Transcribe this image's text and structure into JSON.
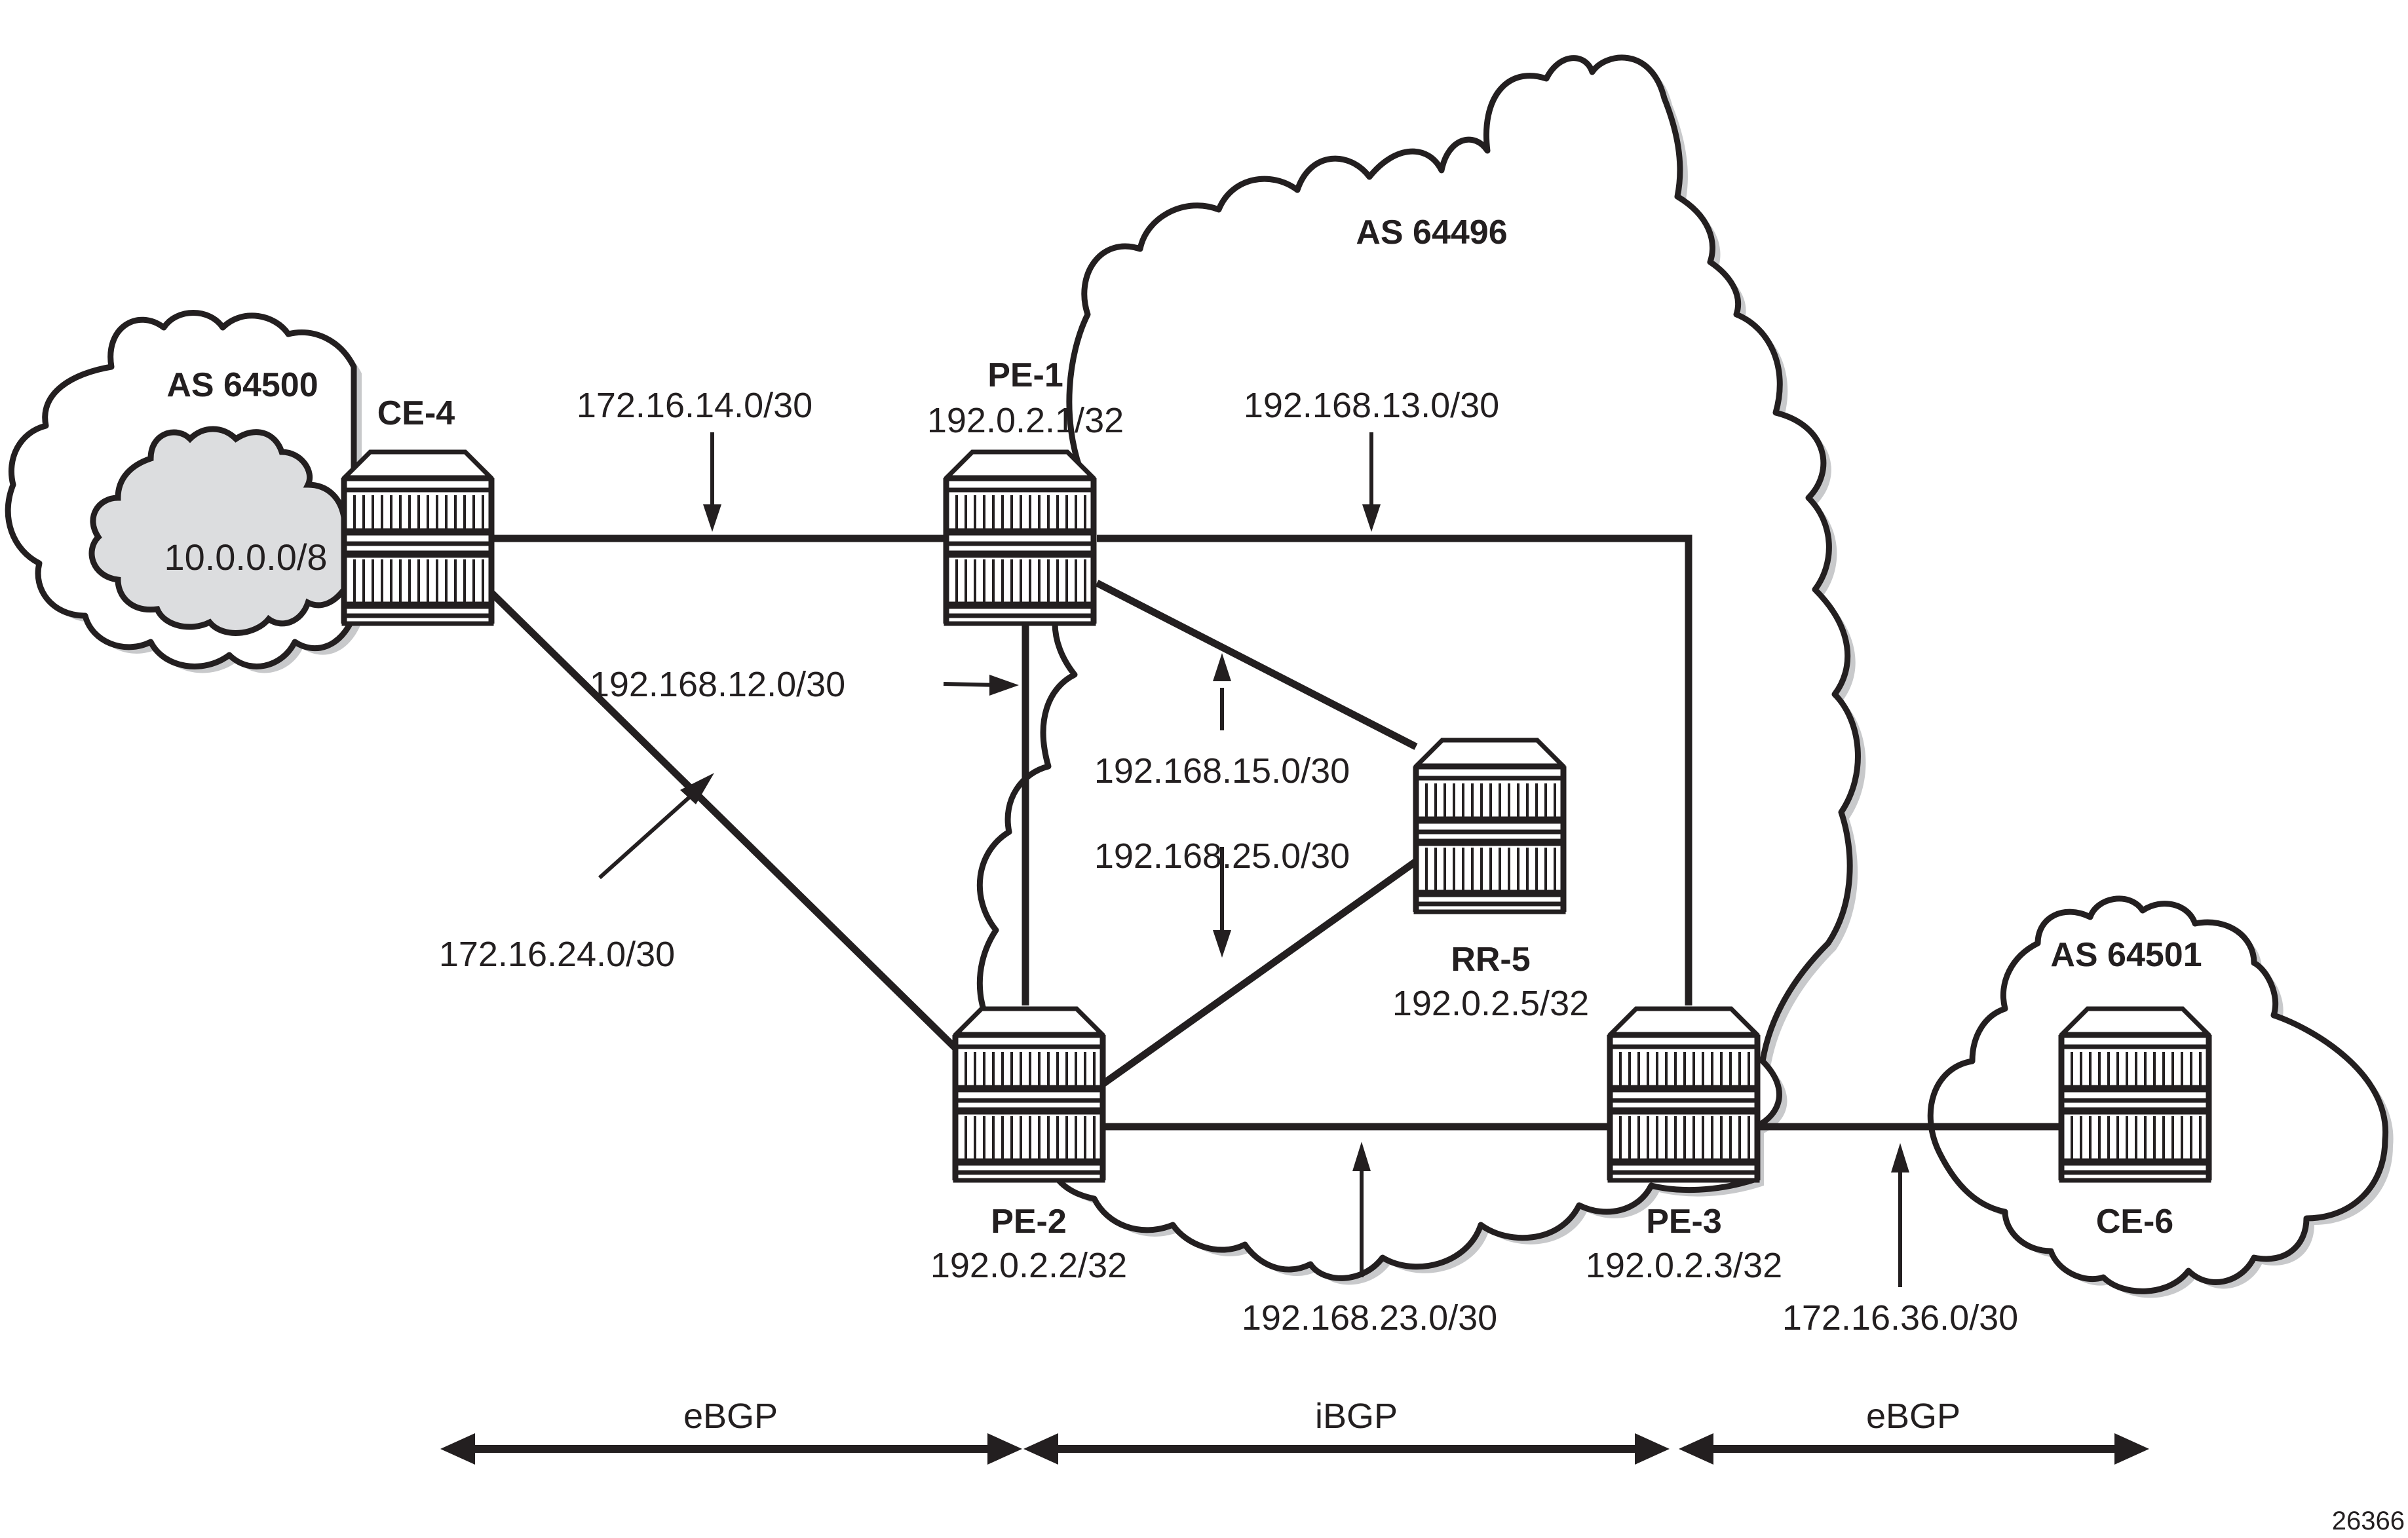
{
  "autonomous_systems": [
    {
      "id": "as64500",
      "label": "AS 64500"
    },
    {
      "id": "as64496",
      "label": "AS 64496"
    },
    {
      "id": "as64501",
      "label": "AS 64501"
    }
  ],
  "prefix_cloud": {
    "label": "10.0.0.0/8"
  },
  "routers": [
    {
      "id": "ce4",
      "name": "CE-4",
      "address": ""
    },
    {
      "id": "pe1",
      "name": "PE-1",
      "address": "192.0.2.1/32"
    },
    {
      "id": "pe2",
      "name": "PE-2",
      "address": "192.0.2.2/32"
    },
    {
      "id": "pe3",
      "name": "PE-3",
      "address": "192.0.2.3/32"
    },
    {
      "id": "rr5",
      "name": "RR-5",
      "address": "192.0.2.5/32"
    },
    {
      "id": "ce6",
      "name": "CE-6",
      "address": ""
    }
  ],
  "links": [
    {
      "from": "CE-4",
      "to": "PE-1",
      "subnet": "172.16.14.0/30"
    },
    {
      "from": "CE-4",
      "to": "PE-2",
      "subnet": "172.16.24.0/30"
    },
    {
      "from": "PE-1",
      "to": "PE-2",
      "subnet": "192.168.12.0/30"
    },
    {
      "from": "PE-1",
      "to": "PE-3",
      "subnet": "192.168.13.0/30"
    },
    {
      "from": "PE-1",
      "to": "RR-5",
      "subnet": "192.168.15.0/30"
    },
    {
      "from": "PE-2",
      "to": "RR-5",
      "subnet": "192.168.25.0/30"
    },
    {
      "from": "PE-2",
      "to": "PE-3",
      "subnet": "192.168.23.0/30"
    },
    {
      "from": "PE-3",
      "to": "CE-6",
      "subnet": "172.16.36.0/30"
    }
  ],
  "sessions": [
    {
      "label": "eBGP"
    },
    {
      "label": "iBGP"
    },
    {
      "label": "eBGP"
    }
  ],
  "figure_id": "26366"
}
